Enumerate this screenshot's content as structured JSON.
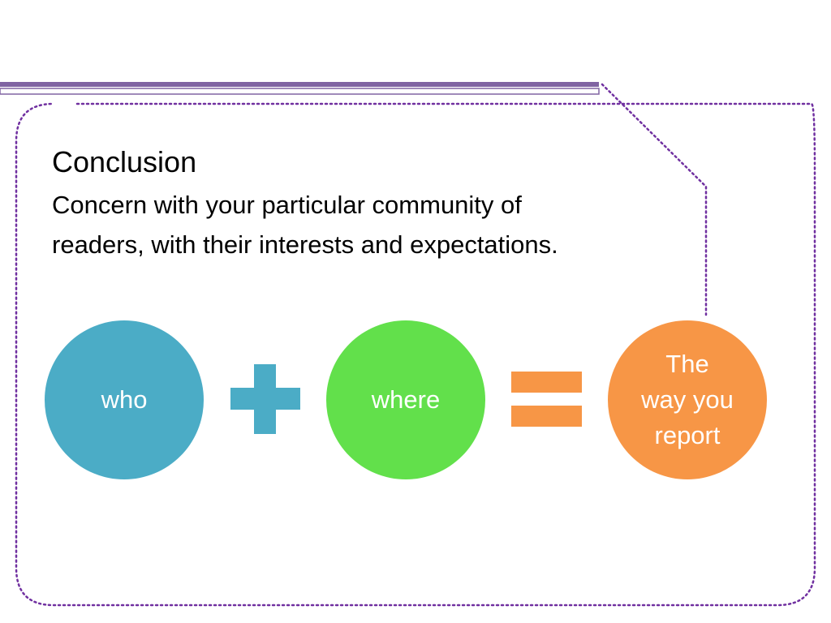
{
  "slide": {
    "title": "Conclusion",
    "body_line1": "Concern with your particular community of",
    "body_line2": "readers, with their interests and expectations."
  },
  "diagram": {
    "who_label": "who",
    "where_label": "where",
    "result_line1": "The",
    "result_line2": "way you",
    "result_line3": "report",
    "plus_icon": "plus-icon",
    "equals_icon": "equals-icon"
  },
  "colors": {
    "who": "#4bacc6",
    "where": "#62e04b",
    "result": "#f79646",
    "plus": "#4bacc6",
    "equals": "#f79646",
    "frame_purple": "#8064a2",
    "frame_border": "#7030a0"
  }
}
